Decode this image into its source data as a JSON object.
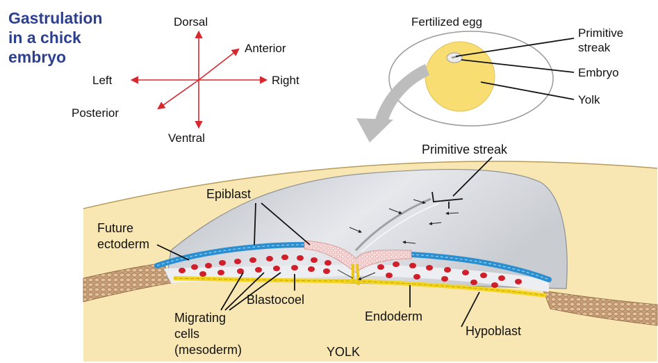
{
  "title": [
    "Gastrulation",
    "in a chick",
    "embryo"
  ],
  "axes": {
    "dorsal": "Dorsal",
    "ventral": "Ventral",
    "left": "Left",
    "right": "Right",
    "anterior": "Anterior",
    "posterior": "Posterior"
  },
  "egg": {
    "heading": "Fertilized egg",
    "primitive_streak": [
      "Primitive",
      "streak"
    ],
    "embryo": "Embryo",
    "yolk": "Yolk"
  },
  "section": {
    "primitive_streak": "Primitive streak",
    "epiblast": "Epiblast",
    "future_ectoderm": [
      "Future",
      "ectoderm"
    ],
    "blastocoel": "Blastocoel",
    "migrating_cells": [
      "Migrating",
      "cells",
      "(mesoderm)"
    ],
    "endoderm": "Endoderm",
    "hypoblast": "Hypoblast",
    "yolk": "YOLK"
  },
  "colors": {
    "title": "#2d3f8f",
    "arrow_red": "#d8282e",
    "yolk_light": "#f7e6b0",
    "yolk_bright": "#fbe27a",
    "ectoderm_blue": "#2a8fd0",
    "mesoderm_red": "#d01f2a",
    "endoderm_yellow": "#f2d51c",
    "epiblast_pink": "#f3c7c7",
    "tissue_brown": "#c49a72"
  }
}
